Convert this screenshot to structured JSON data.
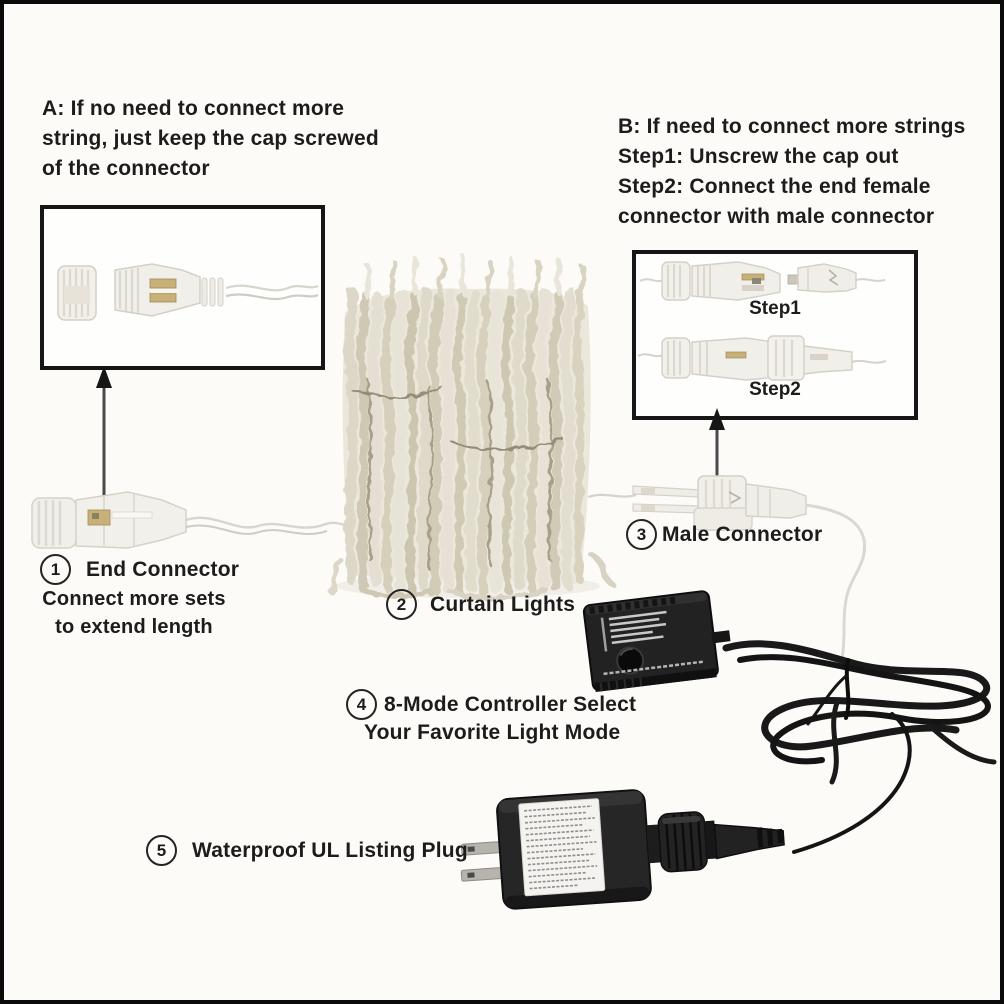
{
  "notes": {
    "a": {
      "line1": "A: If no need to connect more",
      "line2": "string, just keep the cap screwed",
      "line3": "of the connector"
    },
    "b": {
      "line1": "B: If need to connect more strings",
      "line2": "Step1: Unscrew the cap out",
      "line3": "Step2: Connect the end female",
      "line4": "connector with male connector"
    }
  },
  "steps_box": {
    "step1": "Step1",
    "step2": "Step2"
  },
  "callouts": {
    "c1": {
      "num": "1",
      "title": "End Connector",
      "line2": "Connect more sets",
      "line3": "to extend length"
    },
    "c2": {
      "num": "2",
      "title": "Curtain Lights"
    },
    "c3": {
      "num": "3",
      "title": "Male Connector"
    },
    "c4": {
      "num": "4",
      "line1": "8-Mode Controller Select",
      "line2": "Your Favorite Light Mode"
    },
    "c5": {
      "num": "5",
      "title": "Waterproof UL Listing Plug"
    }
  },
  "colors": {
    "text": "#1c1c1c",
    "frame": "#0a0a0a",
    "background": "#fdfbf8",
    "plastic": "#f1efe9",
    "cable": "#1a1a1a"
  }
}
